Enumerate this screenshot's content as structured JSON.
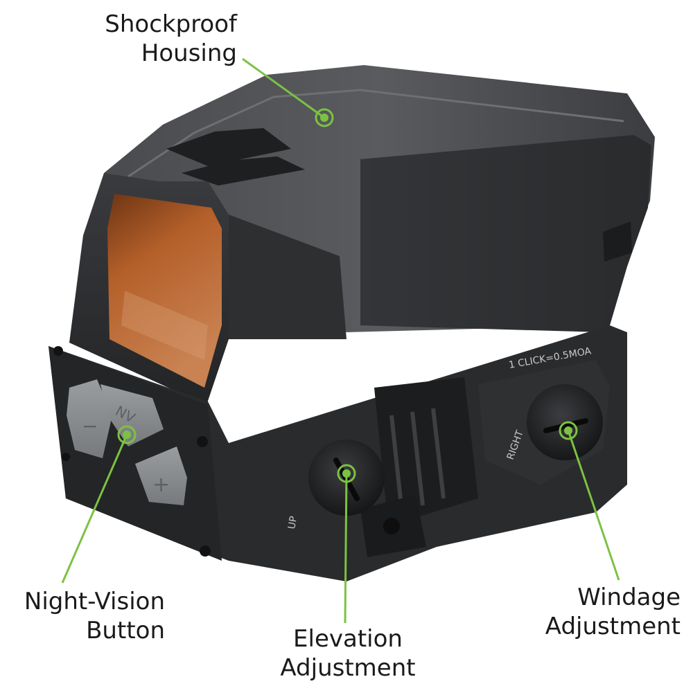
{
  "image": {
    "subject": "red-dot-sight-product-photo",
    "background_color": "#ffffff",
    "body_color": "#2b2c2e",
    "lens_tint": "#b5602a",
    "button_color": "#8a8d90",
    "callout_color": "#7cc242"
  },
  "engravings": {
    "click_scale": "1 CLICK=0.5MOA",
    "up": "UP",
    "right": "RIGHT",
    "nv_button": "NV",
    "minus_button": "−",
    "plus_button": "+"
  },
  "callouts": {
    "shockproof": {
      "line1": "Shockproof",
      "line2": "Housing"
    },
    "night_vision": {
      "line1": "Night-Vision",
      "line2": "Button"
    },
    "elevation": {
      "line1": "Elevation",
      "line2": "Adjustment"
    },
    "windage": {
      "line1": "Windage",
      "line2": "Adjustment"
    }
  }
}
